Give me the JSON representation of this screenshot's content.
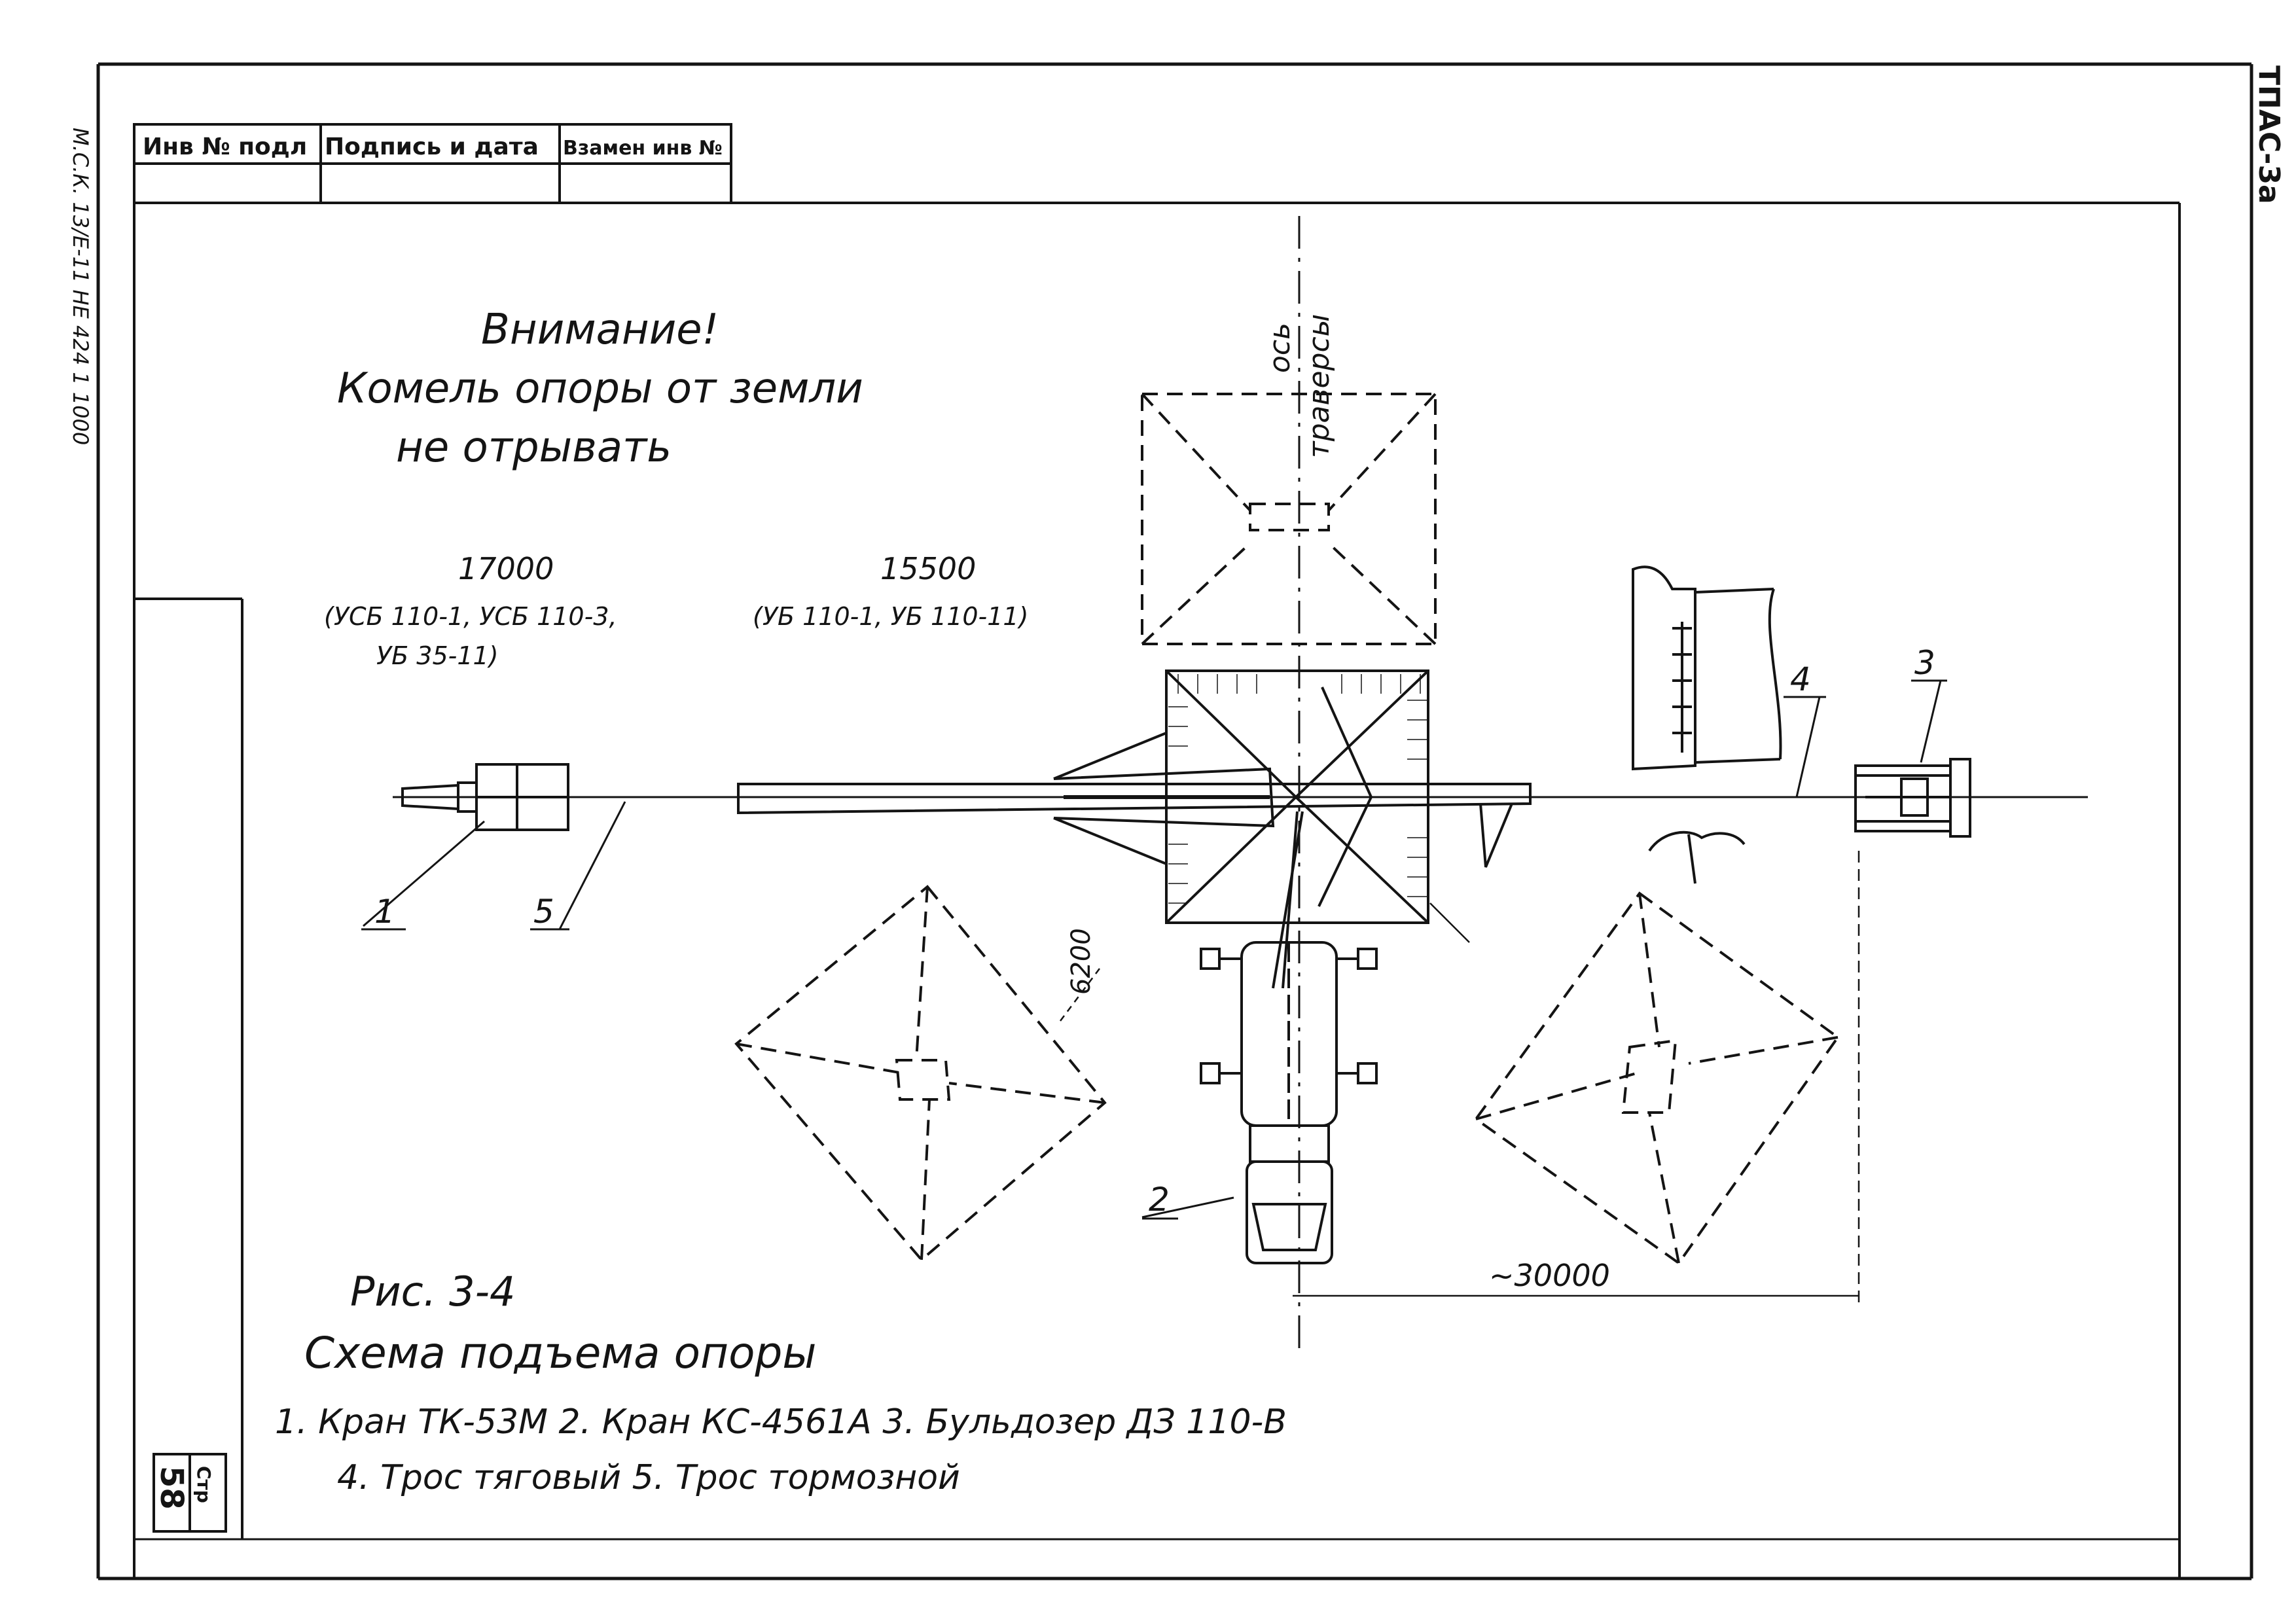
{
  "title_block": {
    "col1": "Инв № подл",
    "col2": "Подпись и дата",
    "col3": "Взамен инв №"
  },
  "margin": {
    "side_left": "М.С.К. 13/E-11 НЕ 424 1 1000",
    "side_right": "ТПАС-3а"
  },
  "warning": {
    "line1": "Внимание!",
    "line2": "Комель опоры от земли",
    "line3": "не отрывать"
  },
  "axis_label": {
    "line1": "ось",
    "line2": "траверсы"
  },
  "dims": {
    "d17000": "17000",
    "d17000_note1": "(УСБ 110-1, УСБ 110-3,",
    "d17000_note2": "УБ 35-11)",
    "d15500": "15500",
    "d15500_note": "(УБ 110-1, УБ 110-11)",
    "d6200": "6200",
    "d30000": "~30000"
  },
  "callouts": {
    "c1": "1",
    "c2": "2",
    "c3": "3",
    "c4": "4",
    "c5": "5"
  },
  "caption": {
    "fig": "Рис. 3-4",
    "title": "Схема подъема опоры",
    "legend_line1": "1. Кран ТК-53М  2. Кран КС-4561А  3. Бульдозер ДЗ 110-В",
    "legend_line2": "4. Трос тяговый  5. Трос тормозной"
  },
  "page_box": {
    "label": "Стр",
    "number": "58"
  },
  "colors": {
    "ink": "#141414",
    "paper": "#ffffff"
  }
}
